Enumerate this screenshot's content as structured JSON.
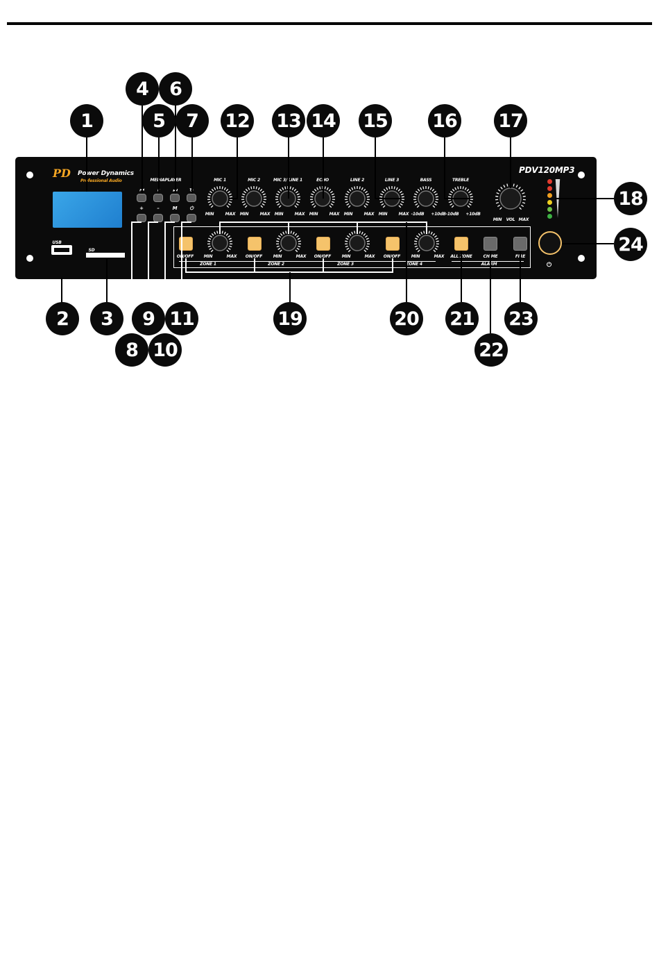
{
  "panel": {
    "brand_name": "Power Dynamics",
    "brand_sub": "Professional Audio",
    "brand_logo": "PD",
    "model": "PDV120MP3",
    "player_label": "MEDIAPLAYER",
    "usb_label": "USB",
    "sd_label": "SD",
    "player_top_symbols": [
      "⏮",
      "⏸",
      "⏭",
      "↻"
    ],
    "player_bottom_symbols": [
      "+",
      "–",
      "M",
      "⏻"
    ],
    "knob_labels": [
      "MIC 1",
      "MIC 2",
      "MIC 3/ LINE 1",
      "ECHO",
      "LINE 2",
      "LINE 3",
      "BASS",
      "TREBLE"
    ],
    "min_label": "MIN",
    "max_label": "MAX",
    "bass_min": "-10dB",
    "bass_max": "+10dB",
    "treble_min": "-10dB",
    "treble_max": "+10dB",
    "vol_label": "VOL",
    "onoff_label": "ON/OFF",
    "zones": [
      "ZONE 1",
      "ZONE 2",
      "ZONE 3",
      "ZONE 4"
    ],
    "all_zone_label": "ALL ZONE",
    "chime_label": "CHIME",
    "fire_label": "FIRE",
    "alarm_label": "ALARM",
    "power_symbol": "⏻",
    "led_colors": [
      "#e23b2e",
      "#e23b2e",
      "#f0a020",
      "#f0d020",
      "#6cc04a",
      "#3cb043"
    ]
  },
  "callouts": [
    "1",
    "2",
    "3",
    "4",
    "5",
    "6",
    "7",
    "8",
    "9",
    "10",
    "11",
    "12",
    "13",
    "14",
    "15",
    "16",
    "17",
    "18",
    "19",
    "20",
    "21",
    "22",
    "23",
    "24"
  ]
}
